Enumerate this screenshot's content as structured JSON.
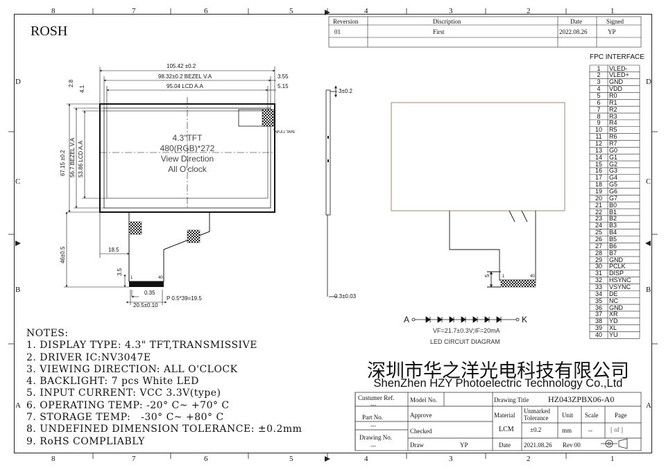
{
  "frame": {
    "top_numbers": [
      "8",
      "7",
      "6",
      "5",
      "4",
      "3",
      "2",
      "1"
    ],
    "bottom_numbers": [
      "8",
      "7",
      "6",
      "5",
      "4",
      "3",
      "2",
      "1"
    ],
    "left_letters": [
      "D",
      "C",
      "B",
      "A"
    ],
    "right_letters": [
      "D",
      "C",
      "B",
      "A"
    ]
  },
  "logo": "ROSH",
  "revision_table": {
    "headers": [
      "Reversion",
      "Discription",
      "Date",
      "Signed"
    ],
    "row": [
      "01",
      "First",
      "2022.08.26",
      "YP"
    ]
  },
  "front_view": {
    "dim_width": "105.42 ±0.2",
    "dim_bezel_width": "98.32±0.2 BEZEL V.A",
    "dim_lcd_width": "95.04 LCD A.A",
    "dim_355": "3.55",
    "dim_515": "5.15",
    "dim_28": "2.8",
    "dim_41": "4.1",
    "dim_height": "67.15 ±0.2",
    "dim_bezel_height": "56.7 BEZEL V.A",
    "dim_lcd_height": "53.86 LCD A.A",
    "center_text": [
      "4.3\"TFT",
      "480(RGB)*272",
      "View Direction",
      "All O'clock"
    ],
    "pull_tape": "PULL TAPE",
    "dim_185": "18.5",
    "dim_46": "46±0.5",
    "dim_35": "3.5",
    "pin1": "1",
    "pin40": "40",
    "dim_035": "0.35",
    "dim_pitch": "P 0.5*39=19.5",
    "dim_205": "20.5±0.10"
  },
  "side_view": {
    "dim_thickness": "3±0.2",
    "dim_fpc": "0.3±0.03"
  },
  "back_view": {
    "dim_5": "5",
    "pin1": "1",
    "pin40": "40"
  },
  "led_diagram": {
    "anode": "A",
    "cathode": "K",
    "spec": "VF=21.7±0.3V;IF=20mA",
    "title": "LED CIRCUIT DIAGRAM"
  },
  "fpc": {
    "title": "FPC INTERFACE",
    "pins": [
      [
        "1",
        "VLED-"
      ],
      [
        "2",
        "VLED+"
      ],
      [
        "3",
        "GND"
      ],
      [
        "4",
        "VDD"
      ],
      [
        "5",
        "R0"
      ],
      [
        "6",
        "R1"
      ],
      [
        "7",
        "R2"
      ],
      [
        "8",
        "R3"
      ],
      [
        "9",
        "R4"
      ],
      [
        "10",
        "R5"
      ],
      [
        "11",
        "R6"
      ],
      [
        "12",
        "R7"
      ],
      [
        "13",
        "G0"
      ],
      [
        "14",
        "G1"
      ],
      [
        "15",
        "G2"
      ],
      [
        "16",
        "G3"
      ],
      [
        "17",
        "G4"
      ],
      [
        "18",
        "G5"
      ],
      [
        "19",
        "G6"
      ],
      [
        "20",
        "G7"
      ],
      [
        "21",
        "B0"
      ],
      [
        "22",
        "B1"
      ],
      [
        "23",
        "B2"
      ],
      [
        "24",
        "B3"
      ],
      [
        "25",
        "B4"
      ],
      [
        "26",
        "B5"
      ],
      [
        "27",
        "B6"
      ],
      [
        "28",
        "B7"
      ],
      [
        "29",
        "GND"
      ],
      [
        "30",
        "PCLK"
      ],
      [
        "31",
        "DISP"
      ],
      [
        "32",
        "HSYNC"
      ],
      [
        "33",
        "VSYNC"
      ],
      [
        "34",
        "DE"
      ],
      [
        "35",
        "NC"
      ],
      [
        "36",
        "GND"
      ],
      [
        "37",
        "XR"
      ],
      [
        "38",
        "YD"
      ],
      [
        "39",
        "XL"
      ],
      [
        "40",
        "YU"
      ]
    ]
  },
  "notes": {
    "title": "NOTES:",
    "items": [
      "1. DISPLAY TYPE: 4.3\" TFT,TRANSMISSIVE",
      "2. DRIVER IC:NV3047E",
      "3. VIEWING DIRECTION: ALL O'CLOCK",
      "4. BACKLIGHT: 7 pcs White LED",
      "5. INPUT CURRENT: VCC 3.3V(type)",
      "6. OPERATING TEMP: -20° C~ +70° C",
      "7. STORAGE TEMP:   -30° C~ +80° C",
      "8. UNDEFINED DIMENSION TOLERANCE: ±0.2mm",
      "9. RoHS COMPLIABLY"
    ]
  },
  "title_block": {
    "company_cn": "深圳市华之洋光电科技有限公司",
    "company_en": "ShenZhen HZY Photoelectric Technology Co.,Ltd",
    "customer_ref": "Custumer Ref.",
    "part_no": "Part No.",
    "drawing_no": "Drawing No.",
    "dash1": "---",
    "dash2": "---",
    "dash3": "---",
    "model_no": "Model No.",
    "approve": "Approve",
    "checked": "Checked",
    "draw": "Draw",
    "draw_value": "YP",
    "drawing_title": "Drawing Title",
    "drawing_title_value": "HZ043ZPBX06-A0",
    "material": "Material",
    "material_value": "LCM",
    "unmarked": "Unmarked",
    "tolerance": "Tolerance",
    "tolerance_value": "±0.2",
    "unit": "Unit",
    "unit_value": "mm",
    "scale": "Scale",
    "scale_value": "--",
    "page": "Page",
    "page_value": "[ of ]",
    "date_label": "Date",
    "date_value": "2021.08.26",
    "rev": "Rev 00"
  }
}
